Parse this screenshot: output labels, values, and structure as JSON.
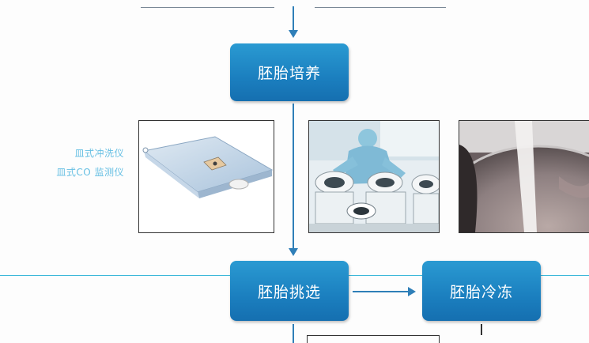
{
  "steps": {
    "culture": "胚胎培养",
    "selection": "胚胎挑选",
    "freezing": "胚胎冷冻"
  },
  "side_labels": [
    "皿式冲洗仪",
    "皿式CO 监测仪"
  ],
  "photos": [
    {
      "icon": "petri-dish-on-tray-photo"
    },
    {
      "icon": "lab-technician-workstation-photo"
    },
    {
      "icon": "culture-dish-closeup-photo"
    }
  ],
  "colors": {
    "box_blue": "#1b7fbf",
    "arrow_blue": "#2f7fb8",
    "accent_cyan": "#39b7d8",
    "label_cyan": "#66bfe3"
  }
}
